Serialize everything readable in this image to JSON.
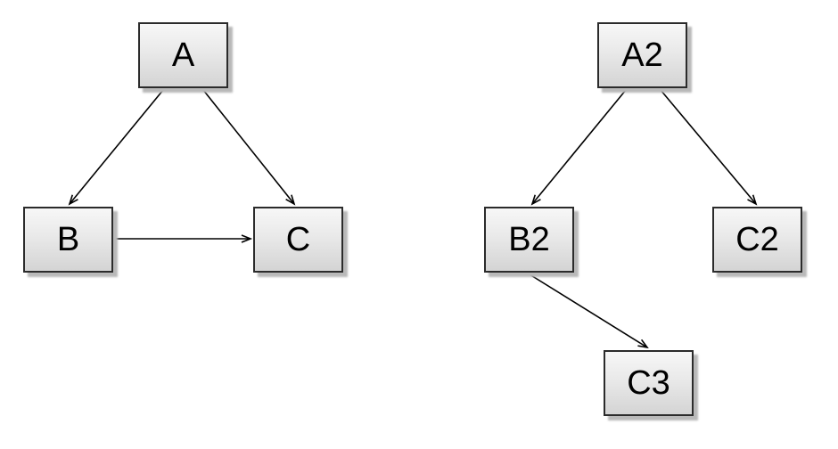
{
  "colors": {
    "background": "#ffffff",
    "node_fill_top": "#f7f7f7",
    "node_fill_bottom": "#d4d4d4",
    "node_border": "#2b2b2b",
    "node_shadow": "#b9b9b9",
    "edge": "#000000",
    "label": "#000000"
  },
  "graphs": [
    {
      "name": "left-graph",
      "nodes": [
        {
          "id": "A",
          "label": "A"
        },
        {
          "id": "B",
          "label": "B"
        },
        {
          "id": "C",
          "label": "C"
        }
      ],
      "edges": [
        {
          "from": "A",
          "to": "B"
        },
        {
          "from": "A",
          "to": "C"
        },
        {
          "from": "B",
          "to": "C"
        }
      ]
    },
    {
      "name": "right-graph",
      "nodes": [
        {
          "id": "A2",
          "label": "A2"
        },
        {
          "id": "B2",
          "label": "B2"
        },
        {
          "id": "C2",
          "label": "C2"
        },
        {
          "id": "C3",
          "label": "C3"
        }
      ],
      "edges": [
        {
          "from": "A2",
          "to": "B2"
        },
        {
          "from": "A2",
          "to": "C2"
        },
        {
          "from": "B2",
          "to": "C3"
        }
      ]
    }
  ]
}
